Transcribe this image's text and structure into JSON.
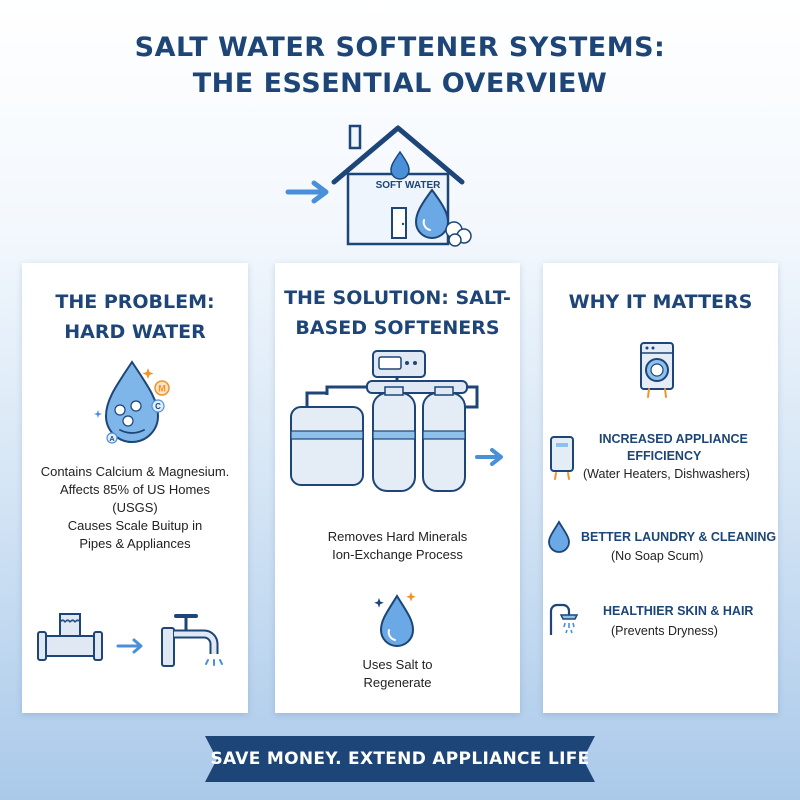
{
  "title": {
    "line1": "SALT WATER SOFTENER SYSTEMS:",
    "line2": "THE ESSENTIAL OVERVIEW"
  },
  "hero": {
    "label": "SOFT WATER",
    "icons": [
      "arrow-right-icon",
      "house-icon",
      "water-drop-icon",
      "salt-pellets-icon"
    ]
  },
  "cards": {
    "problem": {
      "title_line1": "THE PROBLEM:",
      "title_line2": "HARD WATER",
      "body": [
        "Contains Calcium & Magnesium.",
        "Affects 85% of US Homes",
        "(USGS)",
        "Causes Scale Buitup in",
        "Pipes & Appliances"
      ],
      "mineral_letters": [
        "M",
        "C",
        "A"
      ],
      "icons": [
        "hard-water-drop-icon",
        "scaled-pipe-icon",
        "arrow-right-icon",
        "faucet-icon"
      ]
    },
    "solution": {
      "title_line1": "THE SOLUTION: SALT-",
      "title_line2": "BASED SOFTENERS",
      "body": [
        "Removes Hard Minerals",
        "Ion-Exchange Process"
      ],
      "footer": [
        "Uses Salt to",
        "Regenerate"
      ],
      "icons": [
        "softener-system-icon",
        "arrow-right-icon",
        "water-drop-icon"
      ]
    },
    "matters": {
      "title": "WHY IT MATTERS",
      "benefits": [
        {
          "title_line1": "INCREASED APPLIANCE",
          "title_line2": "EFFICIENCY",
          "sub": "(Water Heaters, Dishwashers)",
          "icon": "water-heater-icon"
        },
        {
          "title_line1": "BETTER LAUNDRY & CLEANING",
          "title_line2": "",
          "sub": "(No Soap Scum)",
          "icon": "water-drop-icon"
        },
        {
          "title_line1": "HEALTHIER SKIN & HAIR",
          "title_line2": "",
          "sub": "(Prevents Dryness)",
          "icon": "shower-icon"
        }
      ],
      "icons": [
        "washing-machine-icon"
      ]
    }
  },
  "banner": {
    "text": "SAVE MONEY. EXTEND APPLIANCE LIFE"
  },
  "colors": {
    "navy": "#1d4577",
    "accent_blue": "#4a90d9",
    "light_blue": "#8ec0ec",
    "banner": "#1d4577",
    "orange": "#f0932b"
  }
}
